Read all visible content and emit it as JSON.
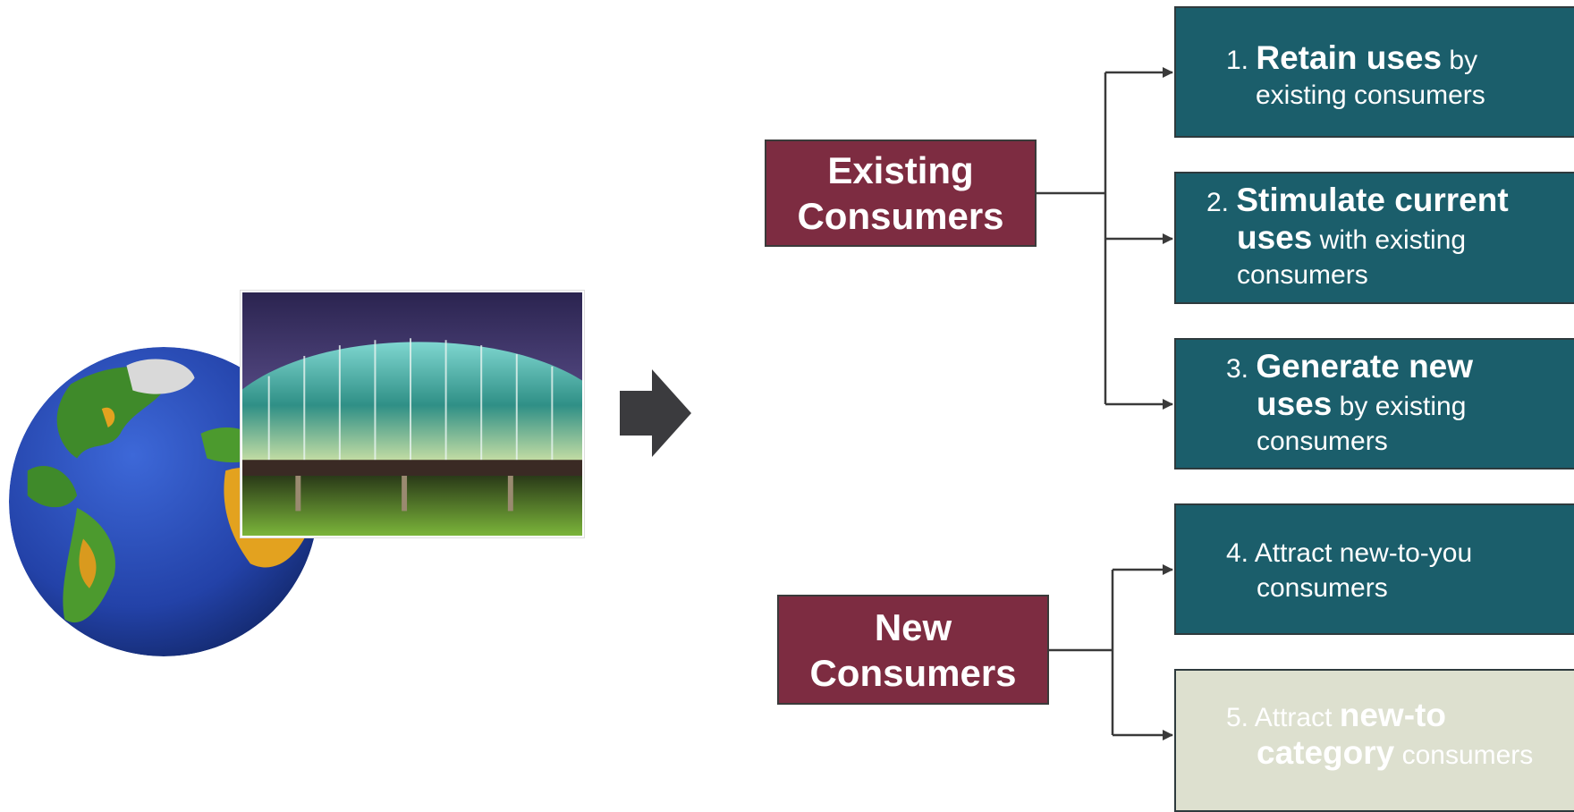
{
  "arrow": {
    "icon": "right-arrow-icon",
    "color": "#3b3b3e"
  },
  "categories": {
    "existing": {
      "line1": "Existing",
      "line2": "Consumers"
    },
    "new": {
      "line1": "New",
      "line2": "Consumers"
    }
  },
  "strategies": [
    {
      "num": "1.",
      "bold": "Retain uses",
      "rest1": " by",
      "line2": "existing consumers"
    },
    {
      "num": "2.",
      "bold1": "Stimulate current",
      "bold2": "uses",
      "rest2": " with existing",
      "line3": "consumers"
    },
    {
      "num": "3.",
      "bold1": "Generate new",
      "bold2": "uses",
      "rest2": " by existing",
      "line3": "consumers"
    },
    {
      "num": "4.",
      "line1": "Attract new-to-you",
      "line2": "consumers"
    },
    {
      "num": "5.",
      "pre": "Attract ",
      "bold1": "new-to",
      "bold2": "category",
      "rest2": " consumers"
    }
  ],
  "colors": {
    "category_fill": "#7d2c41",
    "strategy_fill": "#1b5e6b",
    "strategy_muted_fill": "#dde0cf"
  }
}
